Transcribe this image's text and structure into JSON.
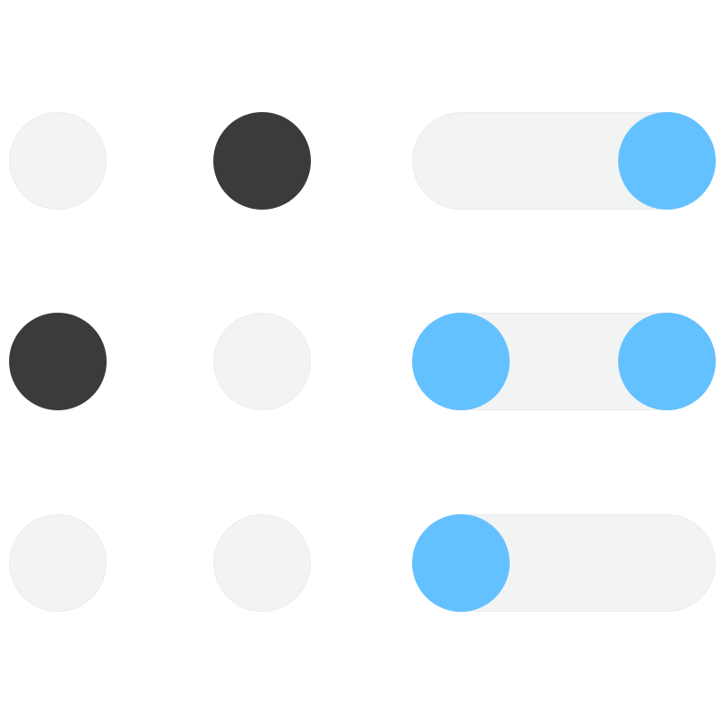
{
  "colors": {
    "dot_off": "#f2f3f3",
    "dot_on": "#3b3b3b",
    "track": "#f2f3f3",
    "knob": "#64c1ff"
  },
  "rows": [
    {
      "left_dot": "off",
      "center_dot": "on",
      "switch": {
        "left_knob": false,
        "right_knob": true
      }
    },
    {
      "left_dot": "on",
      "center_dot": "off",
      "switch": {
        "left_knob": true,
        "right_knob": true
      }
    },
    {
      "left_dot": "off",
      "center_dot": "off",
      "switch": {
        "left_knob": true,
        "right_knob": false
      }
    }
  ]
}
